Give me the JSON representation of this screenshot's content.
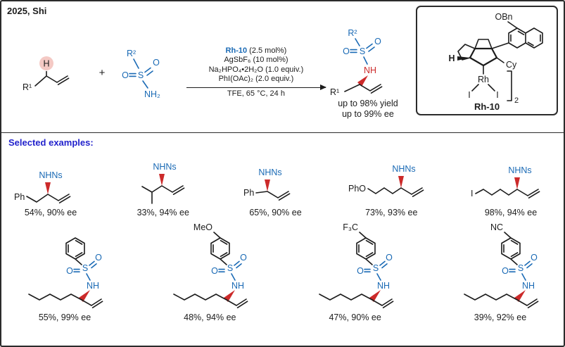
{
  "colors": {
    "blue": "#1a6ab5",
    "red": "#cc2a2a",
    "pink": "#f4c9c4",
    "exblue": "#2222cc"
  },
  "header": {
    "title": "2025, Shi"
  },
  "scheme": {
    "plus": "+",
    "substrate": {
      "r1": "R¹",
      "h": "H"
    },
    "sulfonamide": {
      "r2": "R²",
      "s": "S",
      "o_left": "O",
      "o_right": "O",
      "nh2": "NH₂"
    },
    "conditions": {
      "line1_catalyst": "Rh-10",
      "line1_rest": " (2.5 mol%)",
      "line2": "AgSbF₆ (10 mol%)",
      "line3": "Na₂HPO₄•2H₂O (1.0 equiv.)",
      "line4": "PhI(OAc)₂ (2.0 equiv.)",
      "below_arrow": "TFE, 65 °C, 24 h"
    },
    "product": {
      "r2": "R²",
      "s": "S",
      "o_left": "O",
      "o_right": "O",
      "nh": "NH",
      "r1": "R¹",
      "yield_line": "up to 98% yield",
      "ee_line": "up to 99% ee"
    },
    "catalyst_box": {
      "obn": "OBn",
      "h": "H",
      "cy": "Cy",
      "rh": "Rh",
      "i_left": "I",
      "i_right": "I",
      "dimer_subscript": "2",
      "name": "Rh-10"
    }
  },
  "examples": {
    "title": "Selected examples:",
    "row1": [
      {
        "left_label": "Ph",
        "amine_label": "NHNs",
        "caption": "54%, 90% ee"
      },
      {
        "amine_label": "NHNs",
        "caption": "33%, 94% ee"
      },
      {
        "left_label": "Ph",
        "amine_label": "NHNs",
        "caption": "65%, 90% ee"
      },
      {
        "left_label": "PhO",
        "amine_label": "NHNs",
        "caption": "73%, 93% ee"
      },
      {
        "left_label": "I",
        "amine_label": "NHNs",
        "caption": "98%, 94% ee"
      }
    ],
    "row2": [
      {
        "s": "S",
        "o_left": "O",
        "o_right": "O",
        "nh": "NH",
        "caption": "55%, 99% ee"
      },
      {
        "sub_label": "MeO",
        "s": "S",
        "o_left": "O",
        "o_right": "O",
        "nh": "NH",
        "caption": "48%, 94% ee"
      },
      {
        "sub_label": "F₃C",
        "s": "S",
        "o_left": "O",
        "o_right": "O",
        "nh": "NH",
        "caption": "47%, 90% ee"
      },
      {
        "sub_label": "NC",
        "s": "S",
        "o_left": "O",
        "o_right": "O",
        "nh": "NH",
        "caption": "39%, 92% ee"
      }
    ]
  }
}
